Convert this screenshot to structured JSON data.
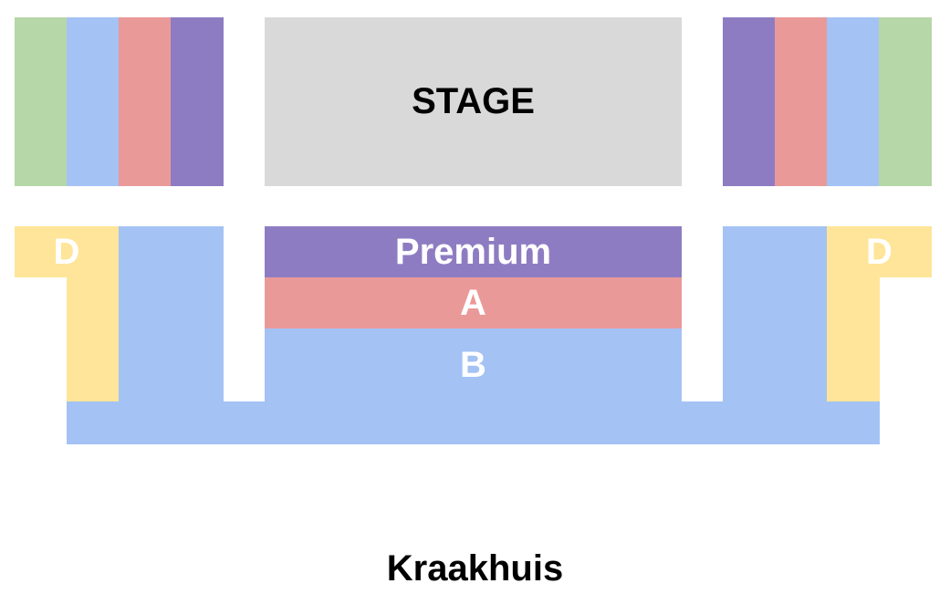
{
  "colors": {
    "stage": "#d9d9d9",
    "green": "#b6d7a8",
    "blue": "#a4c2f4",
    "red": "#ea9999",
    "purple": "#8e7cc3",
    "yellow": "#ffe599"
  },
  "labels": {
    "stage": "STAGE",
    "premium": "Premium",
    "a": "A",
    "b": "B",
    "d_left": "D",
    "d_right": "D"
  },
  "venue": {
    "name": "Kraakhuis"
  }
}
